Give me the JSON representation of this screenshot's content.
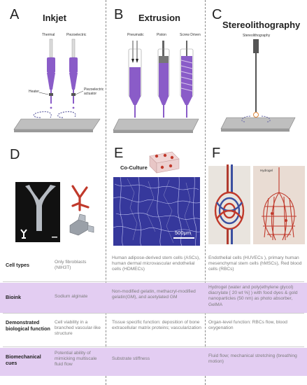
{
  "panels": {
    "a": {
      "letter": "A",
      "title": "Inkjet",
      "labels": {
        "thermal": "Thermal",
        "piezo": "Piezoelectric",
        "heater": "Heater",
        "actuator1": "Piezoelectric",
        "actuator2": "actuator"
      }
    },
    "b": {
      "letter": "B",
      "title": "Extrusion",
      "labels": {
        "pneumatic": "Pneumatic",
        "piston": "Piston",
        "screw": "Screw Driven"
      }
    },
    "c": {
      "letter": "C",
      "title": "Stereolithography",
      "labels": {
        "sla": "Stereolithography"
      }
    },
    "d": {
      "letter": "D"
    },
    "e": {
      "letter": "E",
      "coculture": "Co-Culture",
      "scale": "500μm"
    },
    "f": {
      "letter": "F",
      "hydrogel": "Hydrogel"
    }
  },
  "table": {
    "rows": [
      {
        "header": "Cell types",
        "d": "Only fibroblasts (NIH3T)",
        "e": "Human adipose-derived stem cells (ASCs), human dermal microvascular endothelial cells (HDMECs)",
        "f": "Endothelial cells (HUVECs ), primary human mesenchymal stem cells (hMSCs), Red blood cells (RBCs)"
      },
      {
        "header": "Bioink",
        "d": "Sodium alginate",
        "e": "Non-modified gelatin, methacryl-modified gelatin(GM), and acetylated GM",
        "f": "Hydrogel (water and poly(ethylene glycol) diacrylate [ 20 wt %] ) with food dyes & gold nanoparticles (50 nm) as photo absorber, GelMA"
      },
      {
        "header": "Demonstrated biological function",
        "d": "Cell viability in a branched vascular-like structure",
        "e": "Tissue specific function: deposition of bone extracellular matrix proteins; vascularization",
        "f": "Organ-level function: RBCs flow, blood oxygenation"
      },
      {
        "header": "Biomechanical cues",
        "d": "Potential ability of mimicking multiscale fluid flow",
        "e": "Substrate stiffness",
        "f": "Fluid flow; mechanical stretching (breathing motion)"
      }
    ]
  },
  "colors": {
    "purple": "#8a5cc8",
    "purple_light": "#b58be0",
    "row_highlight": "#e3cdf2",
    "scaffold_red": "#c0392b"
  }
}
